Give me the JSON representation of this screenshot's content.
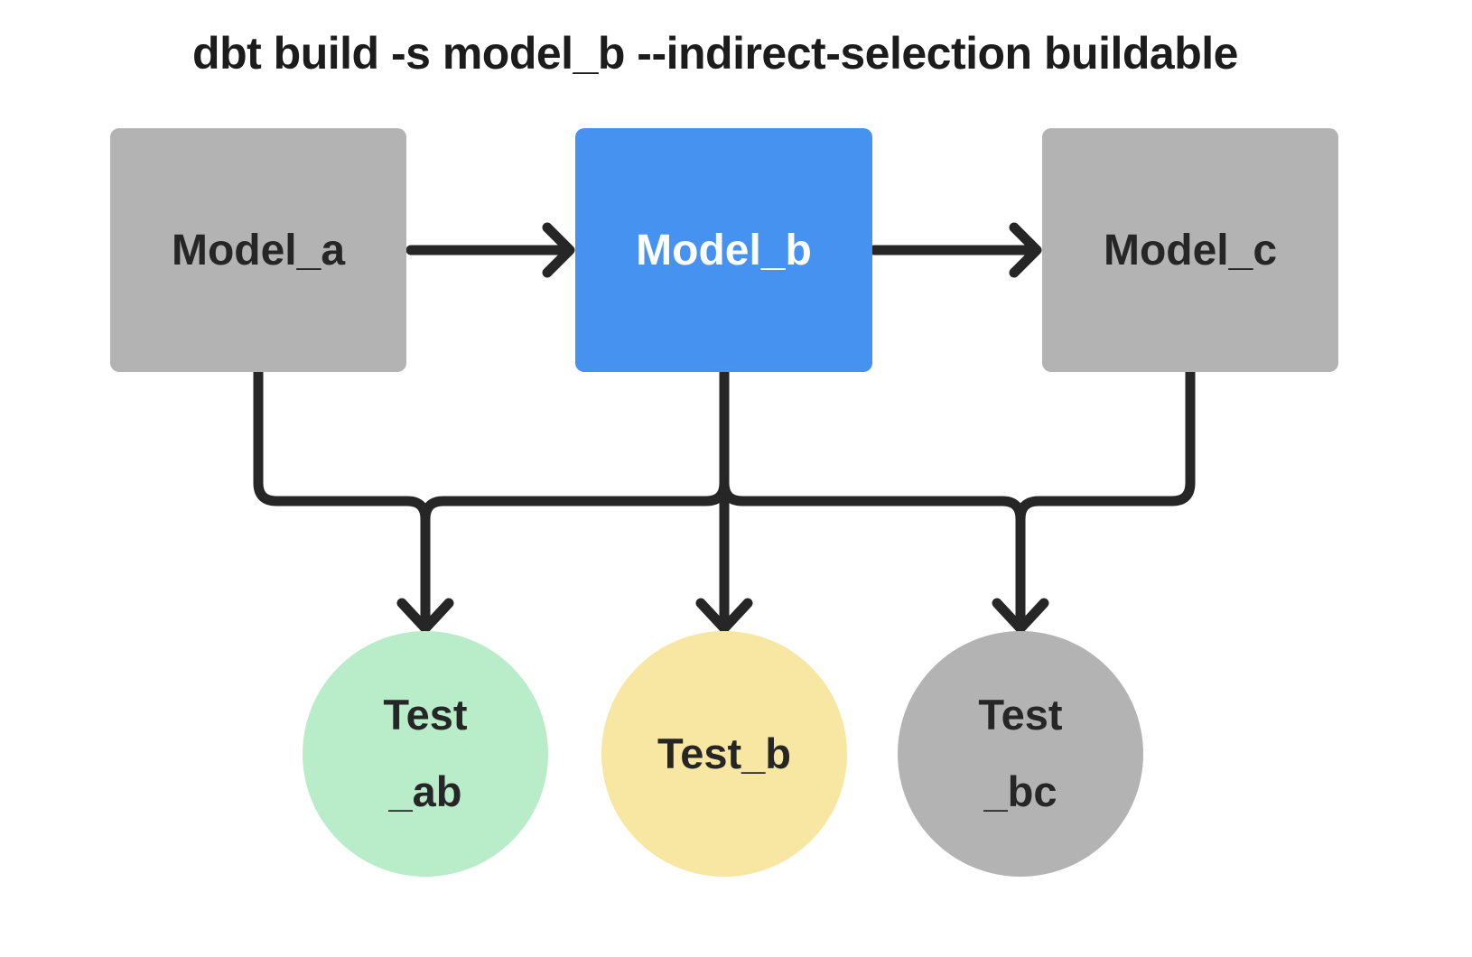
{
  "title": "dbt build -s model_b --indirect-selection buildable",
  "colors": {
    "background": "#ffffff",
    "edge_line": "#262626",
    "title_text": "#1c1c1c",
    "model_default_fill": "#b3b3b3",
    "model_selected_fill": "#4592f0",
    "test_included_fill": "#b9edc9",
    "test_selected_fill": "#f8e6a3",
    "test_excluded_fill": "#b3b3b3",
    "dark_text": "#262626",
    "light_text": "#ffffff"
  },
  "models": [
    {
      "id": "model_a",
      "label": "Model_a",
      "fill": "#b3b3b3",
      "text_color": "#262626"
    },
    {
      "id": "model_b",
      "label": "Model_b",
      "fill": "#4592f0",
      "text_color": "#ffffff"
    },
    {
      "id": "model_c",
      "label": "Model_c",
      "fill": "#b3b3b3",
      "text_color": "#262626"
    }
  ],
  "tests": [
    {
      "id": "test_ab",
      "label_lines": [
        "Test",
        "_ab"
      ],
      "fill": "#b9edc9",
      "text_color": "#262626"
    },
    {
      "id": "test_b",
      "label_lines": [
        "Test_b"
      ],
      "fill": "#f8e6a3",
      "text_color": "#262626"
    },
    {
      "id": "test_bc",
      "label_lines": [
        "Test",
        "_bc"
      ],
      "fill": "#b3b3b3",
      "text_color": "#262626"
    }
  ],
  "edges": [
    {
      "from": "model_a",
      "to": "model_b"
    },
    {
      "from": "model_b",
      "to": "model_c"
    },
    {
      "from": "model_a",
      "to": "test_ab"
    },
    {
      "from": "model_b",
      "to": "test_ab"
    },
    {
      "from": "model_b",
      "to": "test_b"
    },
    {
      "from": "model_b",
      "to": "test_bc"
    },
    {
      "from": "model_c",
      "to": "test_bc"
    }
  ]
}
